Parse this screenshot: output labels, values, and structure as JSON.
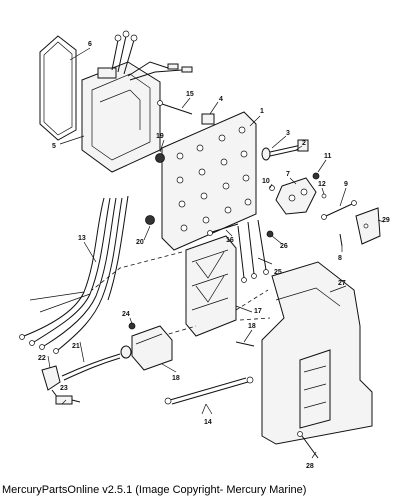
{
  "callouts": [
    "1",
    "2",
    "3",
    "4",
    "5",
    "6",
    "7",
    "8",
    "9",
    "10",
    "11",
    "12",
    "13",
    "14",
    "15",
    "16",
    "17",
    "18",
    "19",
    "20",
    "20",
    "21",
    "22",
    "23",
    "24",
    "25",
    "26",
    "27",
    "28",
    "29"
  ],
  "footer": {
    "text": "MercuryPartsOnline v2.5.1 (Image Copyright- Mercury Marine)"
  }
}
